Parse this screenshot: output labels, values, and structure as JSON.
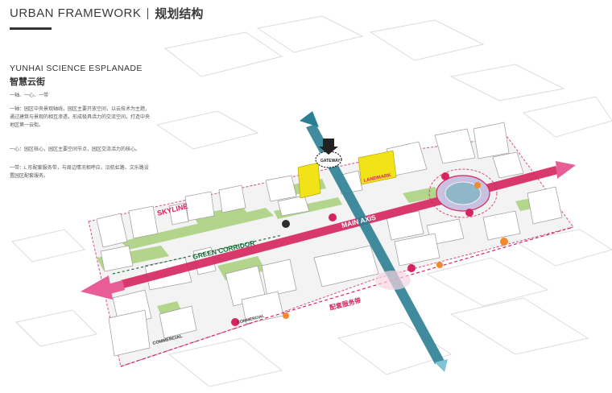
{
  "header": {
    "title_en": "URBAN FRAMEWORK",
    "title_cn": "规划结构"
  },
  "subtitle": {
    "en": "YUNHAI SCIENCE ESPLANADE",
    "cn": "智慧云街"
  },
  "paragraphs": [
    "一轴、一心、一带",
    "一轴：园区中央景观轴线，园区主要开放空间，以云技术为主题，通过建筑与景观的相互渗透，形成极具活力的交流空间，打造中央地区第一云街。",
    "一心：园区核心，园区主要空间节点，园区交流活力的核心。",
    "一带：L 形配套服务带，与周边情况相呼应，沿航虹路、文乐路设置园区配套服务。"
  ],
  "map_labels": {
    "skyline": "SKYLINE",
    "green_corridor": "GREEN CORRIDOR",
    "main_axis": "MAIN AXIS",
    "gateway": "GATEWAY",
    "landmark": "LANDMARK",
    "commercial": "COMMERCIAL",
    "service_belt": "配套服务带"
  },
  "colors": {
    "axis": "#d6245e",
    "axis_arrow": "#e85d95",
    "green": "#a7d07a",
    "water_axis": "#2b7f93",
    "landmark": "#f2e318",
    "plaza": "#c9c1e0"
  }
}
